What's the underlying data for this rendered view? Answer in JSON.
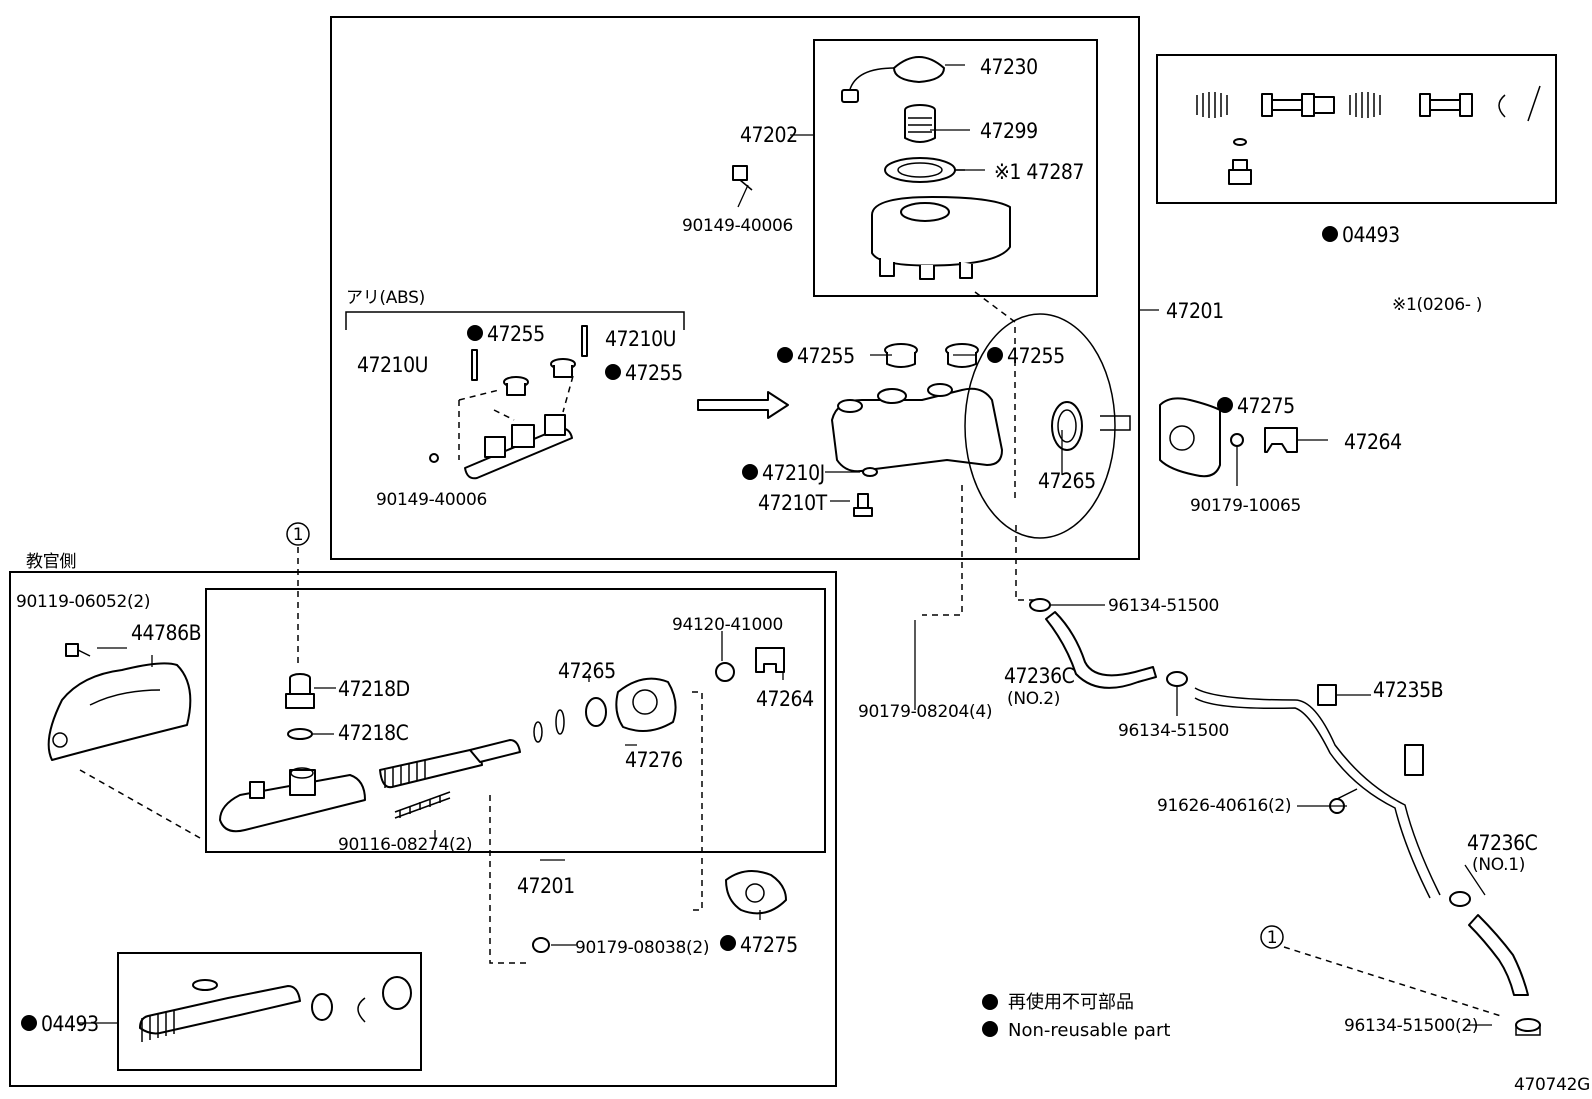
{
  "labels": {
    "p47230": "47230",
    "p47299": "47299",
    "p47287": "※1 47287",
    "p47202": "47202",
    "p90149_top": "90149-40006",
    "p04493_top": "04493",
    "p47201_main": "47201",
    "note_0206": "※1(0206-    )",
    "abs_title": "アリ(ABS)",
    "abs_47255a": "47255",
    "abs_47210u_a": "47210U",
    "abs_47210u_b": "47210U",
    "abs_47255b": "47255",
    "abs_90149": "90149-40006",
    "mc_47255a": "47255",
    "mc_47255b": "47255",
    "mc_47210j": "47210J",
    "mc_47210t": "47210T",
    "p47265_booster": "47265",
    "p47275_right": "47275",
    "p47264_right": "47264",
    "p90179_10065": "90179-10065",
    "p96134_a": "96134-51500",
    "p90179_08204": "90179-08204(4)",
    "p47236c_no2": "47236C",
    "no2": "(NO.2)",
    "p96134_b": "96134-51500",
    "p47235b": "47235B",
    "p91626": "91626-40616(2)",
    "p47236c_no1": "47236C",
    "no1": "(NO.1)",
    "p96134_c": "96134-51500(2)",
    "ref_circle_1a": "1",
    "ref_circle_1b": "1",
    "instructor_side": "教官側",
    "p90119": "90119-06052(2)",
    "p44786b": "44786B",
    "p47218d": "47218D",
    "p47218c": "47218C",
    "p47265_left": "47265",
    "p94120": "94120-41000",
    "p47264_left": "47264",
    "p47276": "47276",
    "p90116": "90116-08274(2)",
    "p47201_left": "47201",
    "p90179_08038": "90179-08038(2)",
    "p47275_left": "47275",
    "p04493_left": "04493",
    "legend_ja": "再使用不可部品",
    "legend_en": "Non-reusable part",
    "diagram_code": "470742G"
  }
}
